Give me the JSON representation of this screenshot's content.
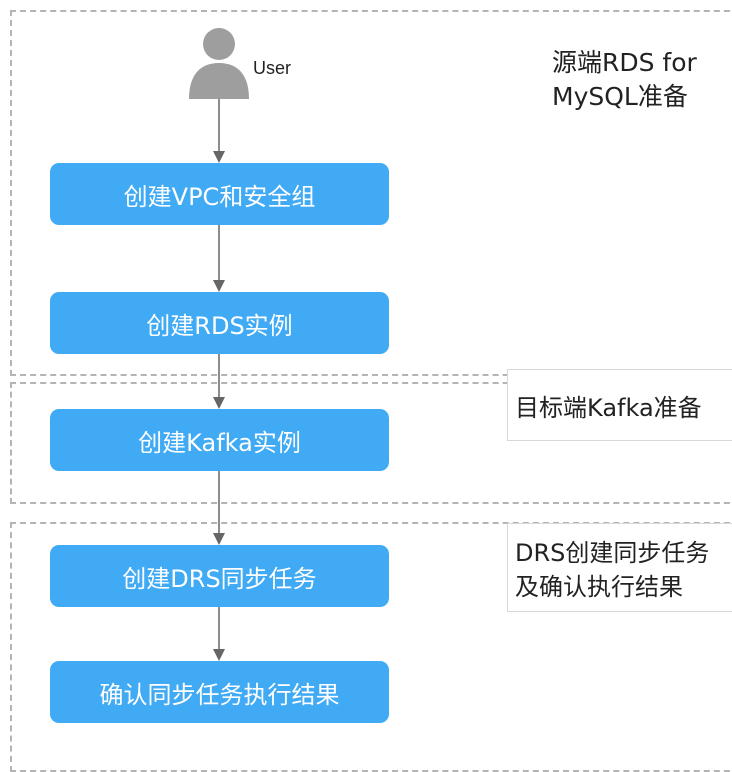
{
  "colors": {
    "step_fill": "#40aaf5",
    "step_text": "#ffffff",
    "connector": "#666666",
    "group_border": "#b4b4b4",
    "user_icon": "#9e9e9e"
  },
  "user": {
    "icon": "user-icon",
    "label": "User"
  },
  "groups": [
    {
      "label": "源端RDS for\nMySQL准备"
    },
    {
      "label": "目标端Kafka准备"
    },
    {
      "label": "DRS创建同步任务\n及确认执行结果"
    }
  ],
  "steps": [
    {
      "label": "创建VPC和安全组"
    },
    {
      "label": "创建RDS实例"
    },
    {
      "label": "创建Kafka实例"
    },
    {
      "label": "创建DRS同步任务"
    },
    {
      "label": "确认同步任务执行结果"
    }
  ]
}
